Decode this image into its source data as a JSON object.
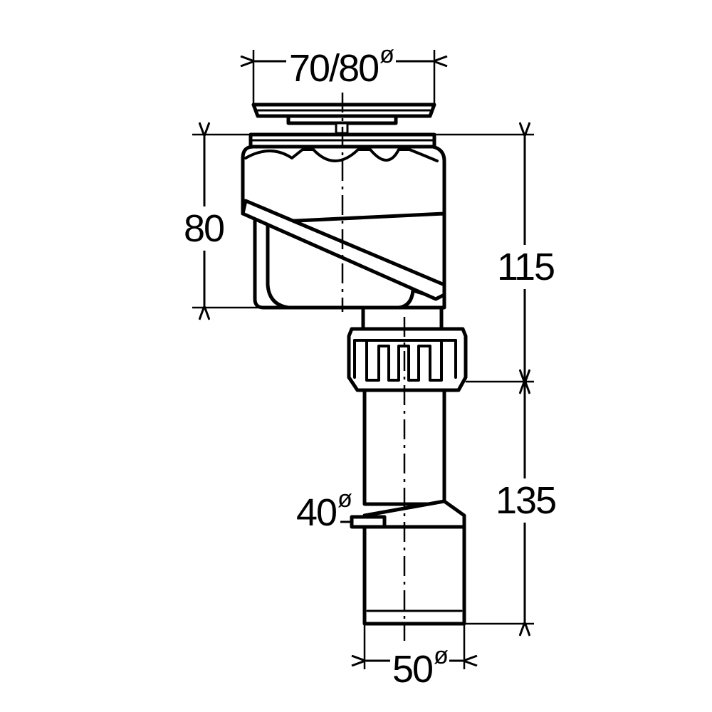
{
  "dimensions": {
    "top_diameter": {
      "value": "70/80",
      "symbol": "ø"
    },
    "body_height": {
      "value": "80"
    },
    "upper_height": {
      "value": "115"
    },
    "lower_height": {
      "value": "135"
    },
    "inlet_diameter": {
      "value": "40",
      "symbol": "ø"
    },
    "outlet_diameter": {
      "value": "50",
      "symbol": "ø"
    }
  }
}
